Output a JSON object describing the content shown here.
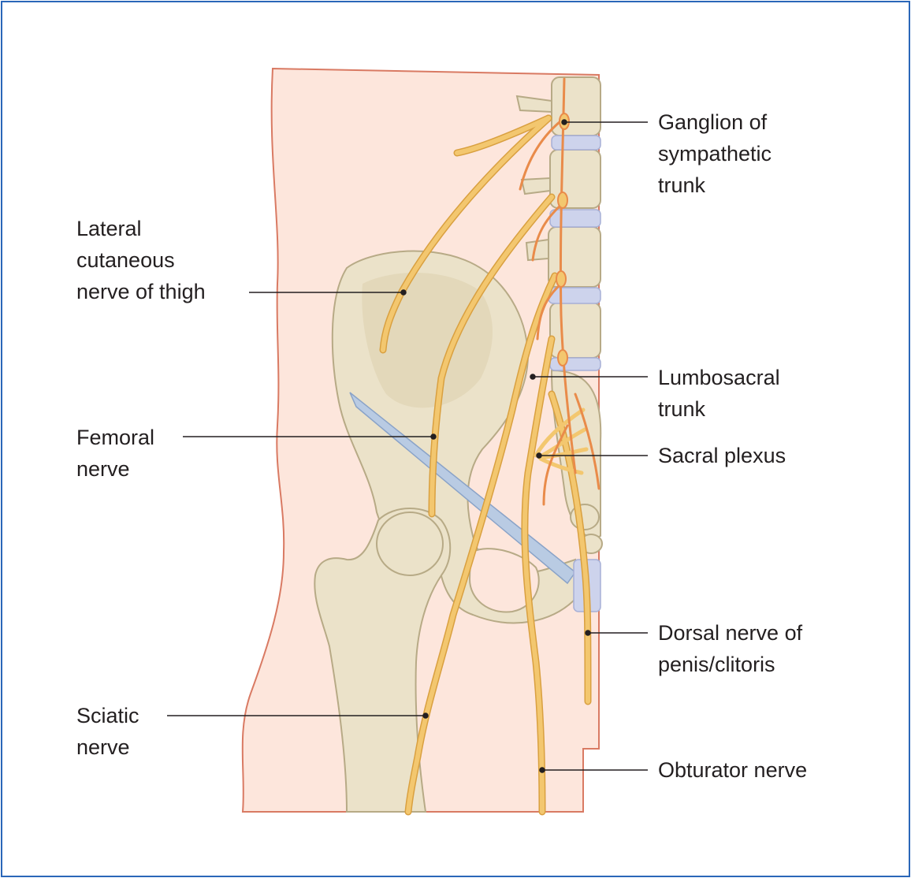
{
  "colors": {
    "frame_border": "#2a66b8",
    "skin": "#fde6dc",
    "skin_outline": "#d97a63",
    "bone": "#ebe2c9",
    "bone_shadow": "#cfc4a2",
    "nerve": "#f3c76f",
    "nerve_outline": "#d9a040",
    "sympathetic": "#e98b4a",
    "ligament": "#b9cbe3",
    "disc": "#cdd3ec",
    "leader_line": "#231f20"
  },
  "labels": {
    "lateral_cutaneous": [
      "Lateral",
      "cutaneous",
      "nerve of thigh"
    ],
    "femoral": [
      "Femoral",
      "nerve"
    ],
    "sciatic": [
      "Sciatic",
      "nerve"
    ],
    "ganglion": [
      "Ganglion of",
      "sympathetic",
      "trunk"
    ],
    "lumbosacral": [
      "Lumbosacral",
      "trunk"
    ],
    "sacral_plexus": [
      "Sacral plexus"
    ],
    "dorsal_nerve": [
      "Dorsal nerve of",
      "penis/clitoris"
    ],
    "obturator": [
      "Obturator nerve"
    ]
  }
}
